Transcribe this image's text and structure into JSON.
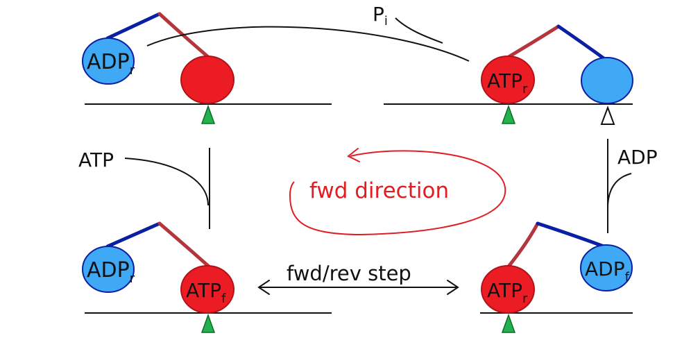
{
  "labels": {
    "pi_main": "P",
    "pi_sub": "i",
    "atp_in": "ATP",
    "adp_out": "ADP",
    "fwd_direction": "fwd direction",
    "step": "fwd/rev step"
  },
  "panels": {
    "top_left": {
      "blue_main": "ADP",
      "blue_sub": "r",
      "red_main": "",
      "red_sub": ""
    },
    "top_right": {
      "blue_main": "",
      "blue_sub": "",
      "red_main": "ATP",
      "red_sub": "r"
    },
    "bottom_left": {
      "blue_main": "ADP",
      "blue_sub": "r",
      "red_main": "ATP",
      "red_sub": "f"
    },
    "bottom_right": {
      "blue_main": "ADP",
      "blue_sub": "f",
      "red_main": "ATP",
      "red_sub": "r"
    }
  },
  "colors": {
    "red_head": "#ec1c24",
    "blue_head": "#3fa9f5",
    "green_marker": "#22b14c",
    "arrow_red": "#e11d24",
    "link_red": "#b3363c",
    "link_blue": "#0b1fa3",
    "ink": "#111111"
  }
}
